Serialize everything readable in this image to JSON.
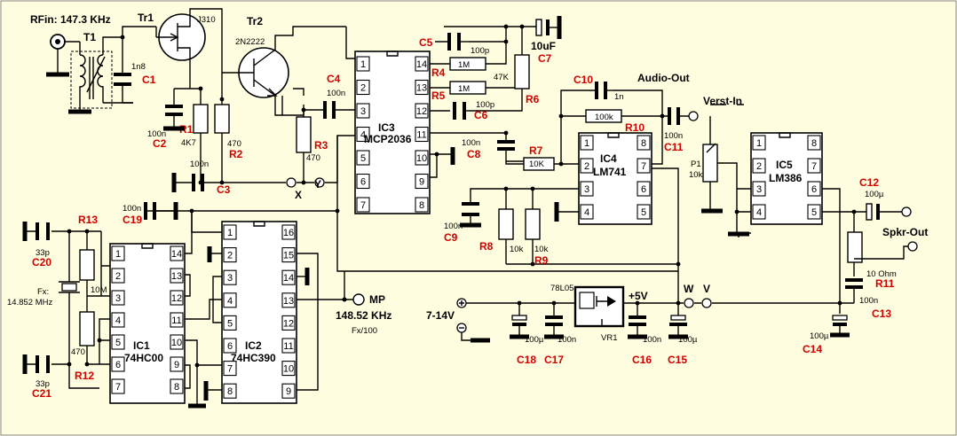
{
  "labels": {
    "rfin": "RFin: 147.3 KHz",
    "audio_out": "Audio-Out",
    "verst_in": "Verst-In",
    "spkr_out": "Spkr-Out",
    "mp": "MP",
    "mp_freq": "148.52 KHz",
    "mp_div": "Fx/100",
    "supply": "7-14V",
    "plus5v": "+5V",
    "regulator": "78L05",
    "x": "X",
    "y": "Y",
    "w": "W",
    "v": "V",
    "fx": "Fx:",
    "fx_value": "14.852 MHz"
  },
  "transformer": {
    "ref": "T1"
  },
  "transistors": [
    {
      "ref": "Tr1",
      "type": "J310"
    },
    {
      "ref": "Tr2",
      "type": "2N2222"
    }
  ],
  "ics": [
    {
      "ref": "IC3",
      "part": "MCP2036",
      "pins_left": [
        "1",
        "2",
        "3",
        "4",
        "5",
        "6",
        "7"
      ],
      "pins_right": [
        "14",
        "13",
        "12",
        "11",
        "10",
        "9",
        "8"
      ]
    },
    {
      "ref": "IC4",
      "part": "LM741",
      "pins_left": [
        "1",
        "2",
        "3",
        "4"
      ],
      "pins_right": [
        "8",
        "7",
        "6",
        "5"
      ]
    },
    {
      "ref": "IC5",
      "part": "LM386",
      "pins_left": [
        "1",
        "2",
        "3",
        "4"
      ],
      "pins_right": [
        "8",
        "7",
        "6",
        "5"
      ]
    },
    {
      "ref": "IC1",
      "part": "74HC00",
      "pins_left": [
        "1",
        "2",
        "3",
        "4",
        "5",
        "6",
        "7"
      ],
      "pins_right": [
        "14",
        "13",
        "12",
        "11",
        "10",
        "9",
        "8"
      ]
    },
    {
      "ref": "IC2",
      "part": "74HC390",
      "pins_left": [
        "1",
        "2",
        "3",
        "4",
        "5",
        "6",
        "7",
        "8"
      ],
      "pins_right": [
        "16",
        "15",
        "14",
        "13",
        "12",
        "11",
        "10",
        "9"
      ]
    }
  ],
  "regulator": {
    "ref": "VR1"
  },
  "components": {
    "C1": {
      "ref": "C1",
      "value": "1n8"
    },
    "C2": {
      "ref": "C2",
      "value": "100n"
    },
    "C3": {
      "ref": "C3",
      "value": "100n"
    },
    "C4": {
      "ref": "C4",
      "value": "100n"
    },
    "C5": {
      "ref": "C5",
      "value": "100p"
    },
    "C6": {
      "ref": "C6",
      "value": "100p"
    },
    "C7": {
      "ref": "C7",
      "value": "10uF"
    },
    "C8": {
      "ref": "C8",
      "value": "100n"
    },
    "C9": {
      "ref": "C9",
      "value": "100n"
    },
    "C10": {
      "ref": "C10",
      "value": "1n"
    },
    "C11": {
      "ref": "C11",
      "value": "100n"
    },
    "C12": {
      "ref": "C12",
      "value": "100µ"
    },
    "C13": {
      "ref": "C13",
      "value": "100n"
    },
    "C14": {
      "ref": "C14",
      "value": "100µ"
    },
    "C15": {
      "ref": "C15",
      "value": "100µ"
    },
    "C16": {
      "ref": "C16",
      "value": "100n"
    },
    "C17": {
      "ref": "C17",
      "value": "100n"
    },
    "C18": {
      "ref": "C18",
      "value": "100µ"
    },
    "C19": {
      "ref": "C19",
      "value": "100n"
    },
    "C20": {
      "ref": "C20",
      "value": "33p"
    },
    "C21": {
      "ref": "C21",
      "value": "33p"
    },
    "R1": {
      "ref": "R1",
      "value": "4K7"
    },
    "R2": {
      "ref": "R2",
      "value": "470"
    },
    "R3": {
      "ref": "R3",
      "value": "470"
    },
    "R4": {
      "ref": "R4",
      "value": "1M"
    },
    "R5": {
      "ref": "R5",
      "value": "1M"
    },
    "R6": {
      "ref": "R6",
      "value": "47K"
    },
    "R7": {
      "ref": "R7",
      "value": "10K"
    },
    "R8": {
      "ref": "R8",
      "value": "10k"
    },
    "R9": {
      "ref": "R9",
      "value": "10k"
    },
    "R10": {
      "ref": "R10",
      "value": "100k"
    },
    "R11": {
      "ref": "R11",
      "value": "10 Ohm"
    },
    "R12": {
      "ref": "R12",
      "value": "470"
    },
    "R13": {
      "ref": "R13",
      "value": "10M"
    },
    "P1": {
      "ref": "P1",
      "value": "10k"
    }
  }
}
